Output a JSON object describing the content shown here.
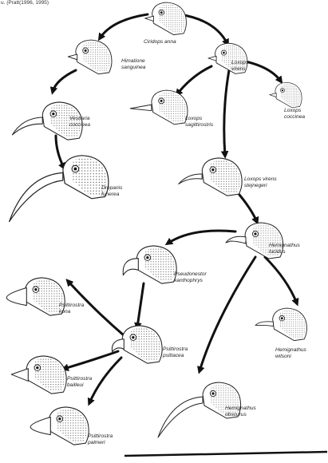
{
  "caption": "u. (Pratt(1996, 1995)",
  "birds": [
    {
      "id": "ciridops",
      "name": "Ciridops anna",
      "beak": "short"
    },
    {
      "id": "himatione",
      "name": "Himatione sanguinea",
      "beak": "short"
    },
    {
      "id": "loxops-virens",
      "name": "Loxops virens",
      "beak": "short"
    },
    {
      "id": "loxops-coccinea",
      "name": "Loxops coccinea",
      "beak": "short"
    },
    {
      "id": "loxops-sagittirostris",
      "name": "Loxops sagittirostris",
      "beak": "long-straight"
    },
    {
      "id": "vestiaria",
      "name": "Vestiaria coccinea",
      "beak": "medium-curved"
    },
    {
      "id": "drepanis",
      "name": "Drepanis funerea",
      "beak": "very-long-curved"
    },
    {
      "id": "loxops-stejnegeri",
      "name": "Loxops virens stejnegeri",
      "beak": "thin-curved"
    },
    {
      "id": "hemignathus-lucidus",
      "name": "Hemignathus lucidus",
      "beak": "hooked"
    },
    {
      "id": "pseudonestor",
      "name": "Pseudonestor xanthophrys",
      "beak": "parrot"
    },
    {
      "id": "psittirostra-kona",
      "name": "Psittirostra kona",
      "beak": "finch-heavy"
    },
    {
      "id": "psittirostra-psittacea",
      "name": "Psittirostra psittacea",
      "beak": "parrot-small"
    },
    {
      "id": "hemignathus-wilsoni",
      "name": "Hemignathus wilsoni",
      "beak": "pick"
    },
    {
      "id": "psittirostra-bailleui",
      "name": "Psittirostra bailleui",
      "beak": "finch"
    },
    {
      "id": "psittirostra-palmeri",
      "name": "Psittirostra palmeri",
      "beak": "finch-heavy"
    },
    {
      "id": "hemignathus-obscurus",
      "name": "Hemignathus obscurus",
      "beak": "very-long-curved"
    }
  ],
  "relationships": [
    {
      "from": "ciridops",
      "to": "himatione"
    },
    {
      "from": "ciridops",
      "to": "loxops-virens"
    },
    {
      "from": "himatione",
      "to": "vestiaria"
    },
    {
      "from": "vestiaria",
      "to": "drepanis"
    },
    {
      "from": "loxops-virens",
      "to": "loxops-coccinea"
    },
    {
      "from": "loxops-virens",
      "to": "loxops-sagittirostris"
    },
    {
      "from": "loxops-virens",
      "to": "loxops-stejnegeri"
    },
    {
      "from": "loxops-stejnegeri",
      "to": "hemignathus-lucidus"
    },
    {
      "from": "hemignathus-lucidus",
      "to": "pseudonestor"
    },
    {
      "from": "hemignathus-lucidus",
      "to": "hemignathus-wilsoni"
    },
    {
      "from": "hemignathus-lucidus",
      "to": "hemignathus-obscurus"
    },
    {
      "from": "pseudonestor",
      "to": "psittirostra-psittacea"
    },
    {
      "from": "psittirostra-psittacea",
      "to": "psittirostra-kona"
    },
    {
      "from": "psittirostra-psittacea",
      "to": "psittirostra-bailleui"
    },
    {
      "from": "psittirostra-psittacea",
      "to": "psittirostra-palmeri"
    }
  ]
}
